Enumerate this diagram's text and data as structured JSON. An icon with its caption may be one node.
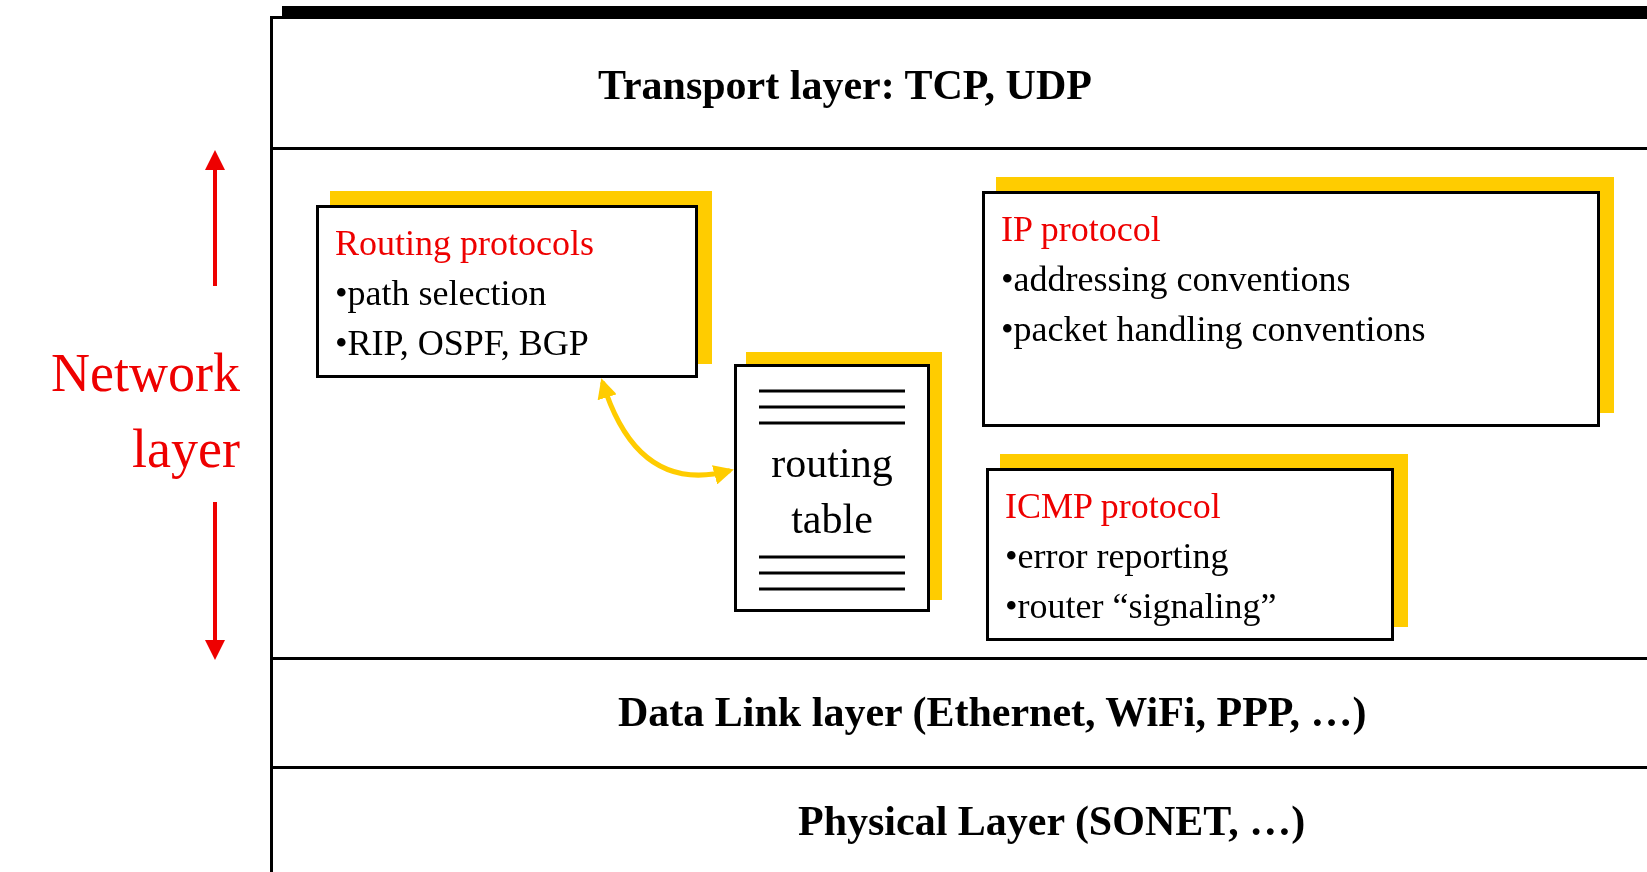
{
  "diagram": {
    "nodes": [
      {
        "text": [
          "Transport layer: TCP, UDP"
        ]
      },
      {
        "text": [],
        "shape": "box",
        "beside": [
          "Network layer"
        ]
      },
      {
        "text": [
          "Routing protocols",
          "•path selection",
          "•RIP, OSPF, BGP"
        ],
        "in": 1
      },
      {
        "text": [
          "routing table"
        ],
        "in": 1
      },
      {
        "text": [
          "IP protocol",
          "•addressing conventions",
          "•packet handling conventions"
        ],
        "in": 1
      },
      {
        "text": [
          "ICMP protocol",
          "•error reporting",
          "•router “signaling”"
        ],
        "in": 1
      },
      {
        "text": [
          "Data Link layer (Ethernet, WiFi, PPP, …)"
        ]
      },
      {
        "text": [
          "Physical Layer (SONET, …)"
        ]
      }
    ],
    "edges": [
      {
        "from": 2,
        "to": 3,
        "arrow": "both",
        "color": "#ffcc00"
      }
    ]
  }
}
